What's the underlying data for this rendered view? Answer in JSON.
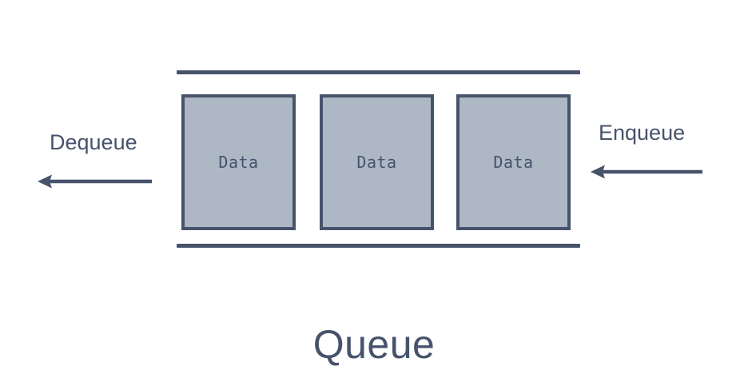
{
  "diagram": {
    "title": "Queue",
    "colors": {
      "stroke": "#47536b",
      "box_fill": "#aeb7c4",
      "background": "#ffffff",
      "text": "#47536b"
    },
    "rails": {
      "top_name": "queue-rail-top",
      "bottom_name": "queue-rail-bottom"
    },
    "boxes": [
      {
        "label": "Data"
      },
      {
        "label": "Data"
      },
      {
        "label": "Data"
      }
    ],
    "operations": [
      {
        "id": "dequeue",
        "label": "Dequeue",
        "direction": "left",
        "side": "left",
        "icon": "arrow-left-icon"
      },
      {
        "id": "enqueue",
        "label": "Enqueue",
        "direction": "left",
        "side": "right",
        "icon": "arrow-left-icon"
      }
    ]
  }
}
